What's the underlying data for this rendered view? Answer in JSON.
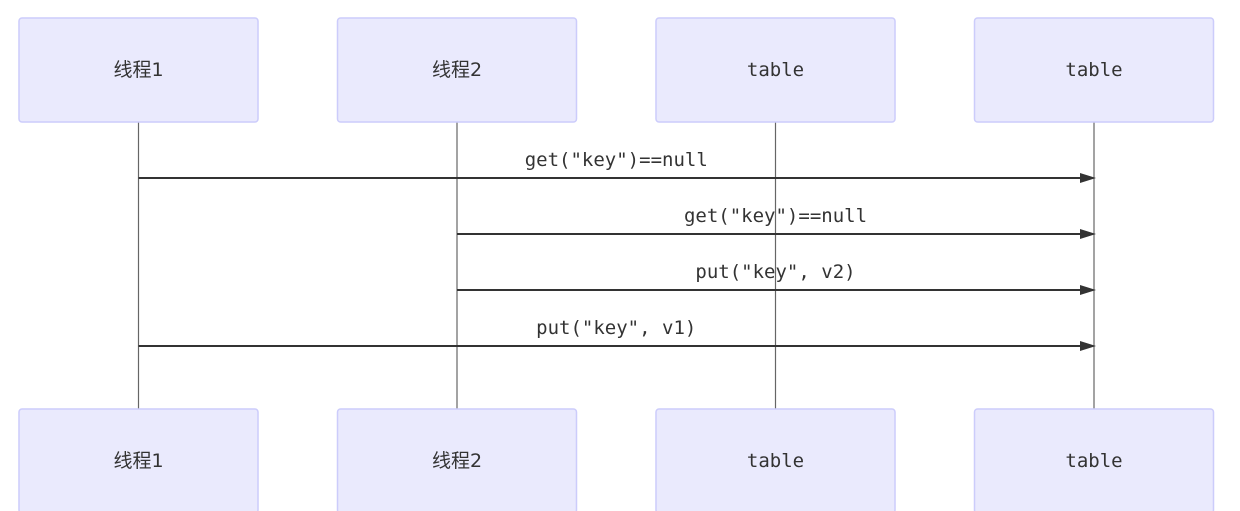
{
  "diagram": {
    "type": "sequence",
    "participants": [
      {
        "id": "t1",
        "label": "线程1",
        "font": "cn"
      },
      {
        "id": "t2",
        "label": "线程2",
        "font": "cn"
      },
      {
        "id": "tbl1",
        "label": "table",
        "font": "mono"
      },
      {
        "id": "tbl2",
        "label": "table",
        "font": "mono"
      }
    ],
    "messages": [
      {
        "from": 0,
        "to": 3,
        "label": "get(\"key\")==null"
      },
      {
        "from": 1,
        "to": 3,
        "label": "get(\"key\")==null"
      },
      {
        "from": 1,
        "to": 3,
        "label": "put(\"key\", v2)"
      },
      {
        "from": 0,
        "to": 3,
        "label": "put(\"key\", v1)"
      }
    ],
    "colors": {
      "actor_fill": "#eaeafd",
      "actor_stroke": "#ccccfb",
      "line": "#333333",
      "lifeline": "#666666",
      "text": "#333333"
    }
  }
}
